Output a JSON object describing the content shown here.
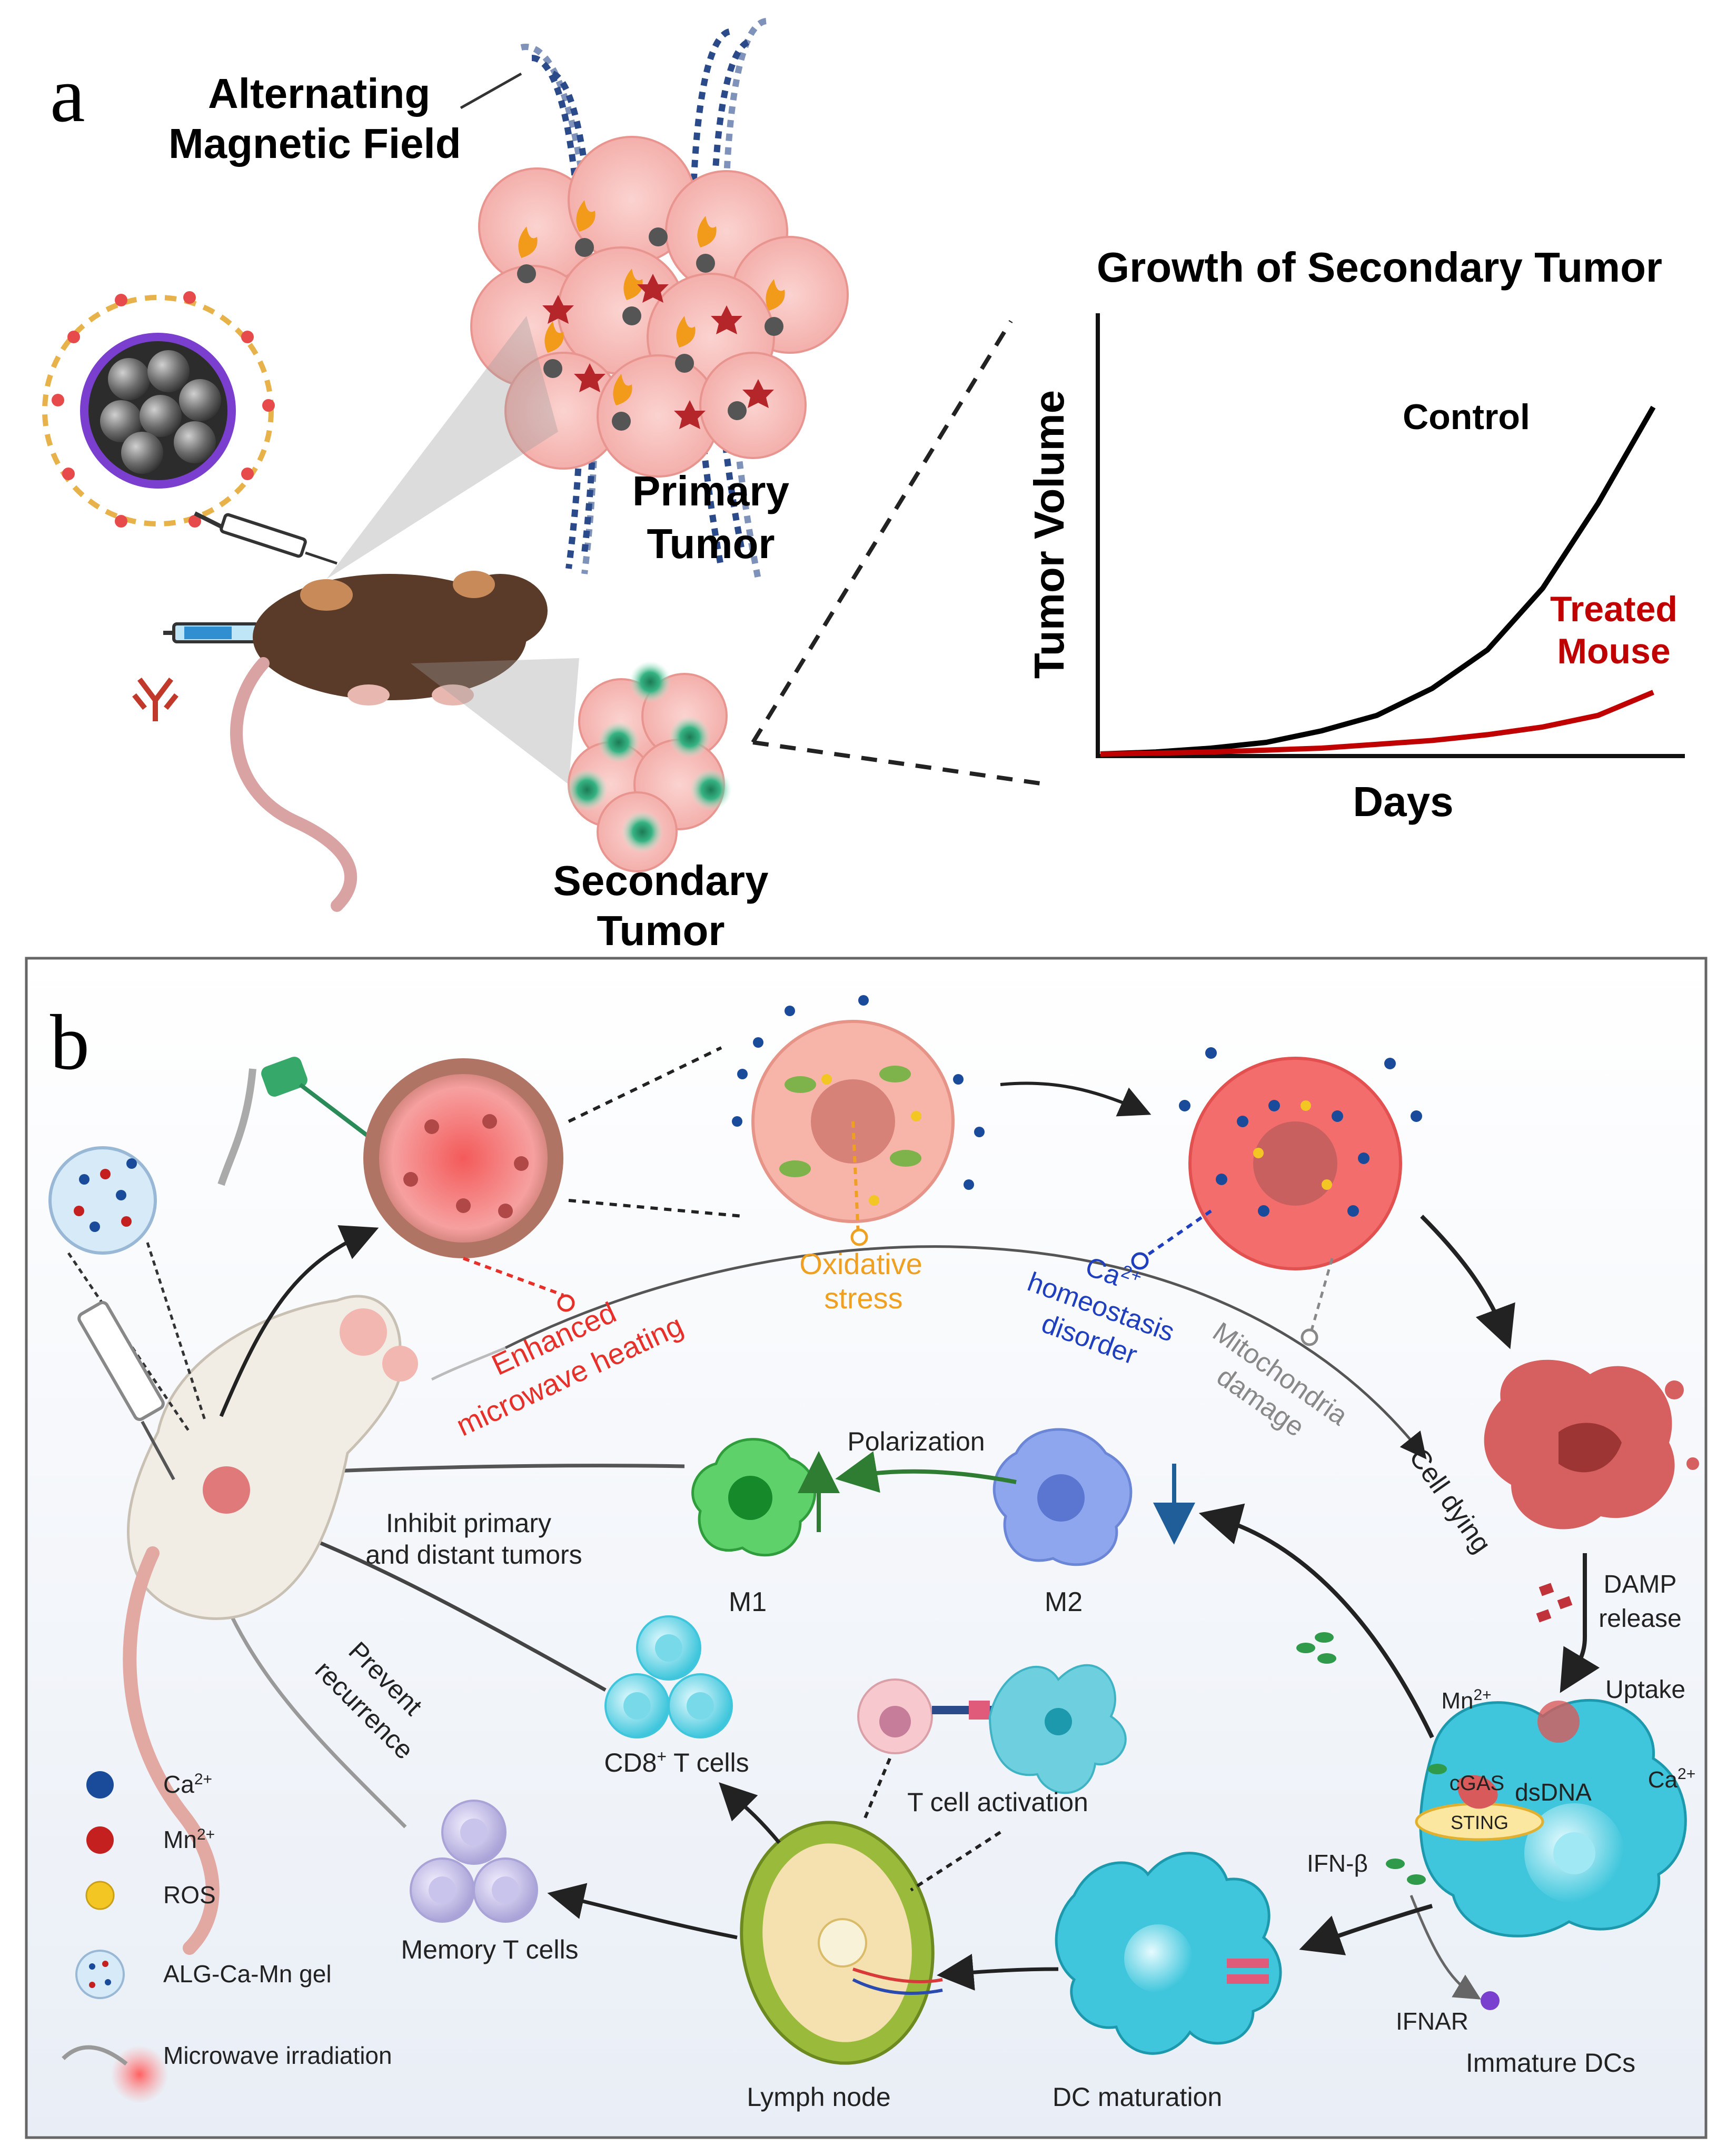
{
  "panel_a": {
    "letter": "a",
    "field_label_line1": "Alternating",
    "field_label_line2": "Magnetic Field",
    "primary_line1": "Primary",
    "primary_line2": "Tumor",
    "secondary_line1": "Secondary",
    "secondary_line2": "Tumor",
    "chart_title": "Growth of Secondary Tumor",
    "ylabel": "Tumor Volume",
    "xlabel": "Days",
    "control_label": "Control",
    "treated_line1": "Treated",
    "treated_line2": "Mouse"
  },
  "chart_data": {
    "type": "line",
    "title": "Growth of Secondary Tumor",
    "xlabel": "Days",
    "ylabel": "Tumor Volume",
    "series": [
      {
        "name": "Control",
        "color": "#000000",
        "x": [
          0,
          0.1,
          0.2,
          0.3,
          0.4,
          0.5,
          0.6,
          0.7,
          0.8,
          0.9,
          1.0
        ],
        "y": [
          0,
          0.005,
          0.015,
          0.03,
          0.06,
          0.1,
          0.17,
          0.27,
          0.43,
          0.65,
          0.9
        ]
      },
      {
        "name": "Treated Mouse",
        "color": "#c00000",
        "x": [
          0,
          0.1,
          0.2,
          0.3,
          0.4,
          0.5,
          0.6,
          0.7,
          0.8,
          0.9,
          1.0
        ],
        "y": [
          0,
          0.002,
          0.005,
          0.01,
          0.015,
          0.025,
          0.035,
          0.05,
          0.07,
          0.1,
          0.16
        ]
      }
    ]
  },
  "panel_b": {
    "letter": "b",
    "enhanced_line1": "Enhanced",
    "enhanced_line2": "microwave heating",
    "oxidative_line1": "Oxidative",
    "oxidative_line2": "stress",
    "ca_label": "Ca",
    "ca_sup": "2+",
    "homeostasis_line1": "homeostasis",
    "homeostasis_line2": "disorder",
    "mito_line1": "Mitochondria",
    "mito_line2": "damage",
    "cell_dying": "Cell dying",
    "polarization": "Polarization",
    "m1": "M1",
    "m2": "M2",
    "inhibit_line1": "Inhibit primary",
    "inhibit_line2": "and distant tumors",
    "prevent_line1": "Prevent",
    "prevent_line2": "recurrence",
    "cd8_label": "CD8",
    "cd8_sup": "+",
    "cd8_suffix": " T cells",
    "t_activation": "T cell activation",
    "memory": "Memory T cells",
    "lymph": "Lymph node",
    "dc_maturation": "DC maturation",
    "immature": "Immature DCs",
    "damp_line1": "DAMP",
    "damp_line2": "release",
    "uptake": "Uptake",
    "mn_label": "Mn",
    "mn_sup": "2+",
    "dsdna": "dsDNA",
    "cgas": "cGAS",
    "sting": "STING",
    "ifnb": "IFN-β",
    "ifnar": "IFNAR",
    "legend": {
      "ca": "Ca",
      "ca_sup": "2+",
      "mn": "Mn",
      "mn_sup": "2+",
      "ros": "ROS",
      "gel": "ALG-Ca-Mn gel",
      "microwave": "Microwave irradiation"
    }
  },
  "colors": {
    "red_label": "#e8302a",
    "orange_label": "#f0a020",
    "blue_label": "#1f3fbf",
    "gray_label": "#888888",
    "treated_red": "#c00000",
    "m1_green": "#37b24d",
    "m2_blue": "#7f95e0",
    "dc_cyan": "#33b5c9",
    "ca_blue": "#1a4a9a",
    "mn_red": "#c42020",
    "ros_yellow": "#f3c623"
  }
}
